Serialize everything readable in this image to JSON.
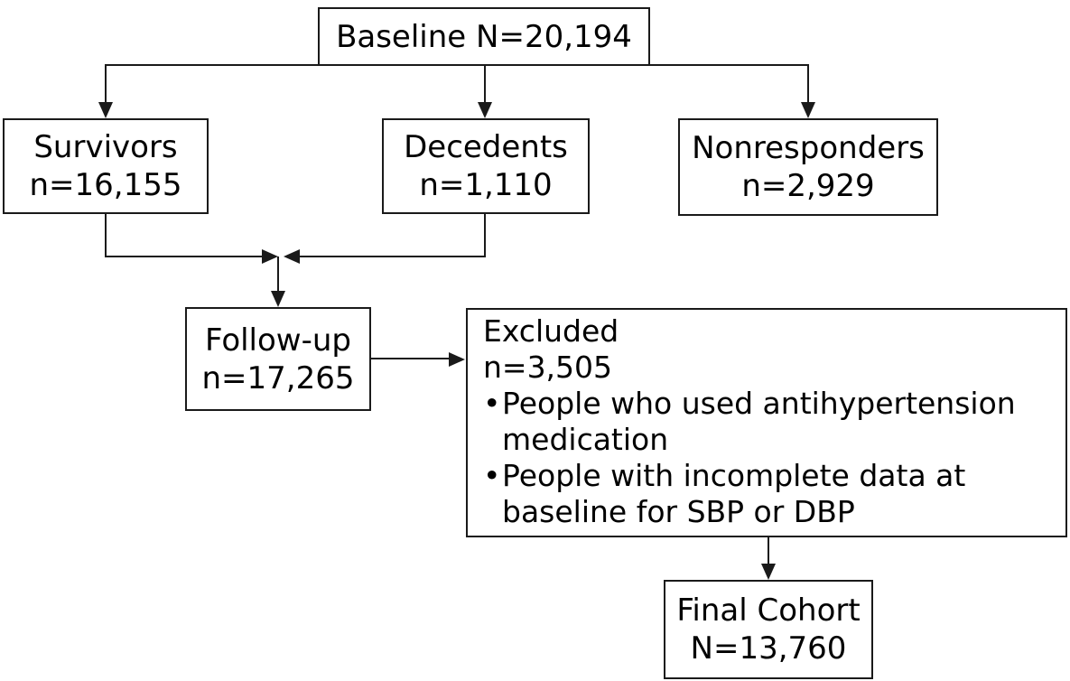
{
  "colors": {
    "background": "#ffffff",
    "line": "#1a1a1a",
    "text": "#000000"
  },
  "nodes": {
    "baseline": {
      "label": "Baseline N=20,194"
    },
    "survivors": {
      "label": "Survivors",
      "value": "n=16,155"
    },
    "decedents": {
      "label": "Decedents",
      "value": "n=1,110"
    },
    "nonresponders": {
      "label": "Nonresponders",
      "value": "n=2,929"
    },
    "followup": {
      "label": "Follow-up",
      "value": "n=17,265"
    },
    "excluded": {
      "label": "Excluded",
      "value": "n=3,505",
      "bullet_marker": "•",
      "bullets": [
        "People who used antihypertension\nmedication",
        "People with incomplete data at\nbaseline for SBP or DBP"
      ]
    },
    "final_cohort": {
      "label": "Final Cohort",
      "value": "N=13,760"
    }
  },
  "edges": [
    {
      "from": "baseline",
      "to": "survivors"
    },
    {
      "from": "baseline",
      "to": "decedents"
    },
    {
      "from": "baseline",
      "to": "nonresponders"
    },
    {
      "from": "survivors",
      "to": "followup"
    },
    {
      "from": "decedents",
      "to": "followup"
    },
    {
      "from": "followup",
      "to": "excluded"
    },
    {
      "from": "excluded",
      "to": "final_cohort"
    }
  ]
}
